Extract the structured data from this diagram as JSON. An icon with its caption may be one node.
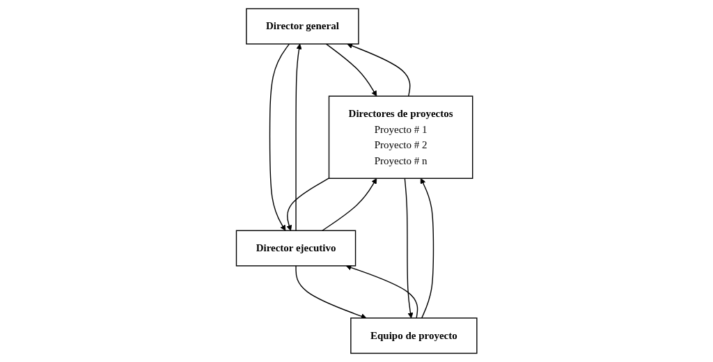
{
  "diagram": {
    "nodes": [
      {
        "text": [
          "Director general"
        ]
      },
      {
        "text": [
          "Directores de proyectos",
          "Proyecto # 1",
          "Proyecto # 2",
          "Proyecto # n"
        ]
      },
      {
        "text": [
          "Director ejecutivo"
        ]
      },
      {
        "text": [
          "Equipo de proyecto"
        ]
      }
    ],
    "edges": [
      {
        "from": 1,
        "to": 0,
        "arrow": "to"
      },
      {
        "from": 0,
        "to": 1,
        "arrow": "to"
      },
      {
        "from": 0,
        "to": 2,
        "arrow": "to"
      },
      {
        "from": 2,
        "to": 0,
        "arrow": "to"
      },
      {
        "from": 2,
        "to": 1,
        "arrow": "to"
      },
      {
        "from": 1,
        "to": 2,
        "arrow": "to"
      },
      {
        "from": 2,
        "to": 3,
        "arrow": "to"
      },
      {
        "from": 3,
        "to": 2,
        "arrow": "to"
      },
      {
        "from": 3,
        "to": 1,
        "arrow": "to"
      },
      {
        "from": 1,
        "to": 3,
        "arrow": "to"
      }
    ]
  }
}
